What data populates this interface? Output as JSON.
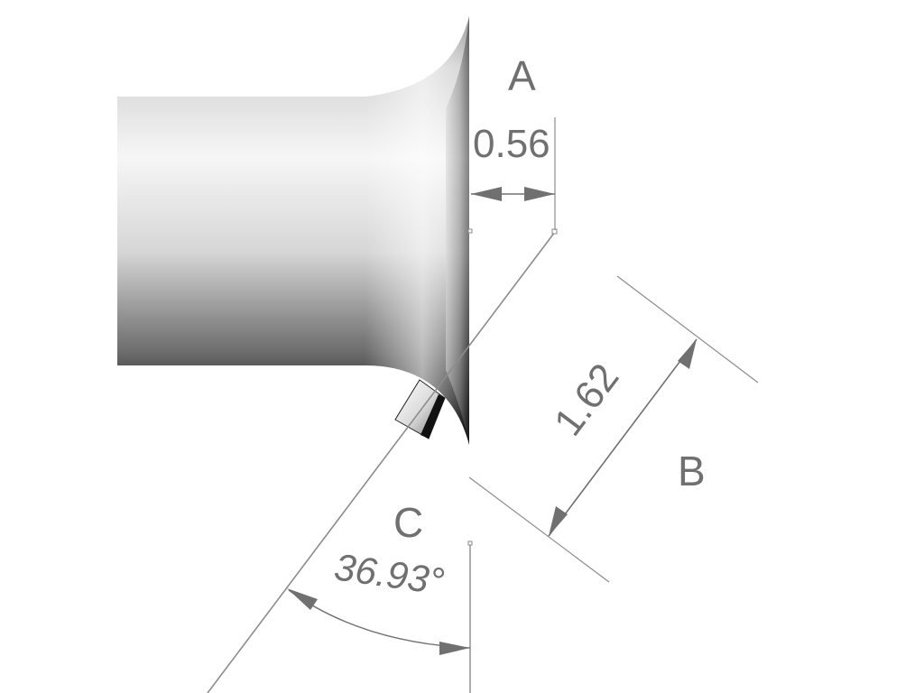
{
  "labels": {
    "a": "A",
    "b": "B",
    "c": "C"
  },
  "dimensions": {
    "a_value": "0.56",
    "b_value": "1.62",
    "c_value": "36.93°"
  },
  "colors": {
    "line": "#707070",
    "text": "#707070",
    "thin_line": "#9a9a9a"
  }
}
